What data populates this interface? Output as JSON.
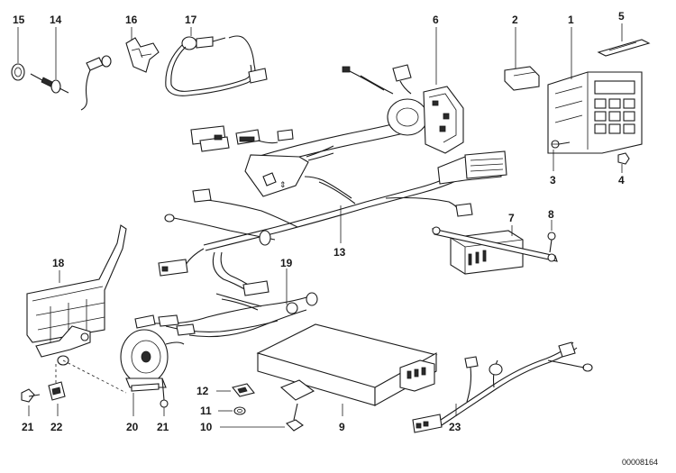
{
  "parts": [
    {
      "key": "p1",
      "label": "1"
    },
    {
      "key": "p2",
      "label": "2"
    },
    {
      "key": "p3",
      "label": "3"
    },
    {
      "key": "p4",
      "label": "4"
    },
    {
      "key": "p5",
      "label": "5"
    },
    {
      "key": "p6",
      "label": "6"
    },
    {
      "key": "p7",
      "label": "7"
    },
    {
      "key": "p8",
      "label": "8"
    },
    {
      "key": "p9",
      "label": "9"
    },
    {
      "key": "p10",
      "label": "10"
    },
    {
      "key": "p11",
      "label": "11"
    },
    {
      "key": "p12",
      "label": "12"
    },
    {
      "key": "p13",
      "label": "13"
    },
    {
      "key": "p14",
      "label": "14"
    },
    {
      "key": "p15",
      "label": "15"
    },
    {
      "key": "p16",
      "label": "16"
    },
    {
      "key": "p17",
      "label": "17"
    },
    {
      "key": "p18",
      "label": "18"
    },
    {
      "key": "p19",
      "label": "19"
    },
    {
      "key": "p20",
      "label": "20"
    },
    {
      "key": "p21a",
      "label": "21"
    },
    {
      "key": "p21b",
      "label": "21"
    },
    {
      "key": "p22",
      "label": "22"
    },
    {
      "key": "p23",
      "label": "23"
    }
  ],
  "diagram_ref": "00008164"
}
